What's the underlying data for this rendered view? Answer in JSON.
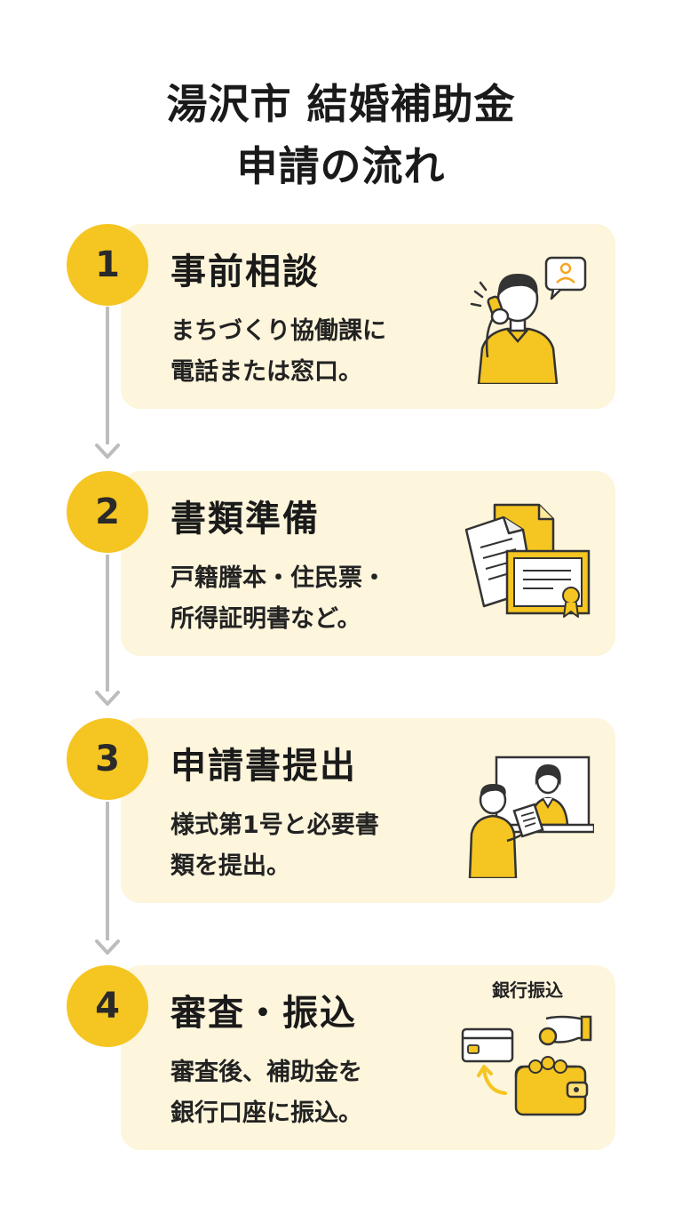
{
  "title": {
    "line1": "湯沢市 結婚補助金",
    "line2": "申請の流れ"
  },
  "steps": [
    {
      "number": "1",
      "title": "事前相談",
      "desc_lines": [
        "まちづくり協働課に",
        "電話または窓口。"
      ],
      "icon": "phone-call-icon"
    },
    {
      "number": "2",
      "title": "書類準備",
      "desc_lines": [
        "戸籍謄本・住民票・",
        "所得証明書など。"
      ],
      "icon": "documents-icon"
    },
    {
      "number": "3",
      "title": "申請書提出",
      "desc_lines": [
        "様式第1号と必要書",
        "類を提出。"
      ],
      "icon": "counter-submit-icon"
    },
    {
      "number": "4",
      "title": "審査・振込",
      "desc_lines": [
        "審査後、補助金を",
        "銀行口座に振込。"
      ],
      "icon": "bank-transfer-icon",
      "icon_label": "銀行振込"
    }
  ],
  "colors": {
    "accent": "#f5c521",
    "card_bg": "#fdf5dc",
    "connector": "#bdbdbd",
    "text": "#1a1a1a"
  }
}
